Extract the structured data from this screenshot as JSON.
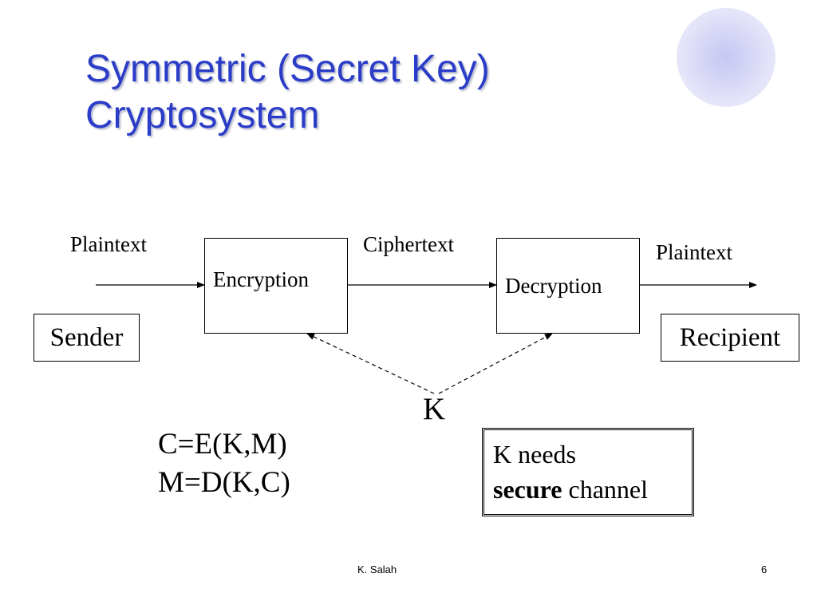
{
  "slide": {
    "title_line1": "Symmetric (Secret Key)",
    "title_line2": "Cryptosystem"
  },
  "diagram": {
    "plaintext_in": "Plaintext",
    "ciphertext": "Ciphertext",
    "plaintext_out": "Plaintext",
    "encryption": "Encryption",
    "decryption": "Decryption",
    "sender": "Sender",
    "recipient": "Recipient",
    "key": "K"
  },
  "formulas": {
    "encrypt": "C=E(K,M)",
    "decrypt": "M=D(K,C)"
  },
  "note": {
    "line1": "K needs",
    "emphasis": "secure",
    "rest": " channel"
  },
  "footer": {
    "author": "K. Salah",
    "page": "6"
  },
  "colors": {
    "title": "#2a3cc8",
    "decoration": "#d6d6f6"
  }
}
